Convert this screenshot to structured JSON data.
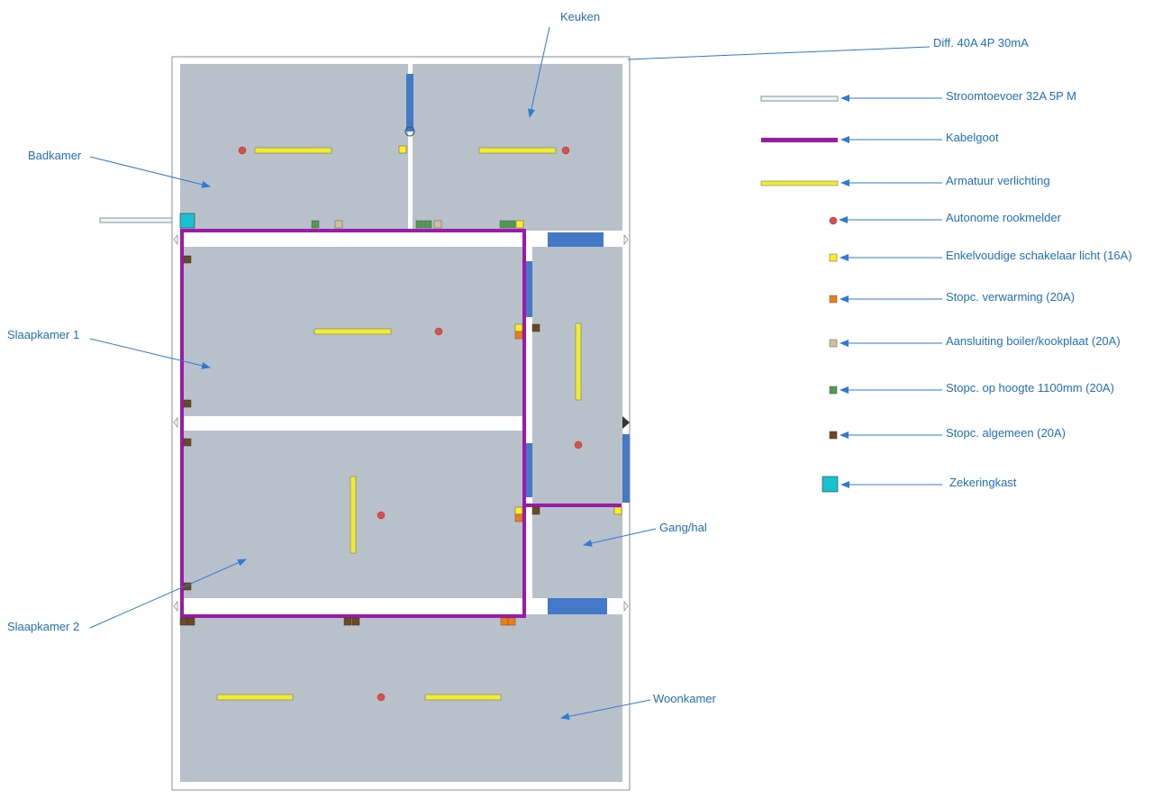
{
  "colors": {
    "label": "#1f6fc4",
    "leader": "#2e7ad6",
    "floor": "#b8c0ca",
    "wall": "#ffffff",
    "outline": "#8a8f95",
    "cable_tray": "#9b1aa8",
    "fixture": "#f2ec30",
    "smoke": "#d94f4f",
    "switch": "#ffee22",
    "outlet_heating": "#f07c16",
    "outlet_boiler": "#d2c29a",
    "outlet_high": "#4f9a4f",
    "outlet_general": "#6b4a22",
    "fuse_box": "#19c2d2",
    "door": "#4379c6",
    "supply": "#eef6fb"
  },
  "rooms": {
    "keuken": "Keuken",
    "badkamer": "Badkamer",
    "slaapkamer1": "Slaapkamer 1",
    "slaapkamer2": "Slaapkamer 2",
    "gang": "Gang/hal",
    "woonkamer": "Woonkamer"
  },
  "diff": "Diff. 40A 4P 30mA",
  "legend": {
    "supply": "Stroomtoevoer 32A 5P M",
    "cable_tray": "Kabelgoot",
    "fixture": "Armatuur verlichting",
    "smoke": "Autonome rookmelder",
    "switch": "Enkelvoudige schakelaar licht (16A)",
    "outlet_heating": "Stopc. verwarming (20A)",
    "outlet_boiler": "Aansluiting boiler/kookplaat (20A)",
    "outlet_high": "Stopc. op hoogte 1100mm (20A)",
    "outlet_general": "Stopc. algemeen (20A)",
    "fuse_box": "Zekeringkast"
  }
}
